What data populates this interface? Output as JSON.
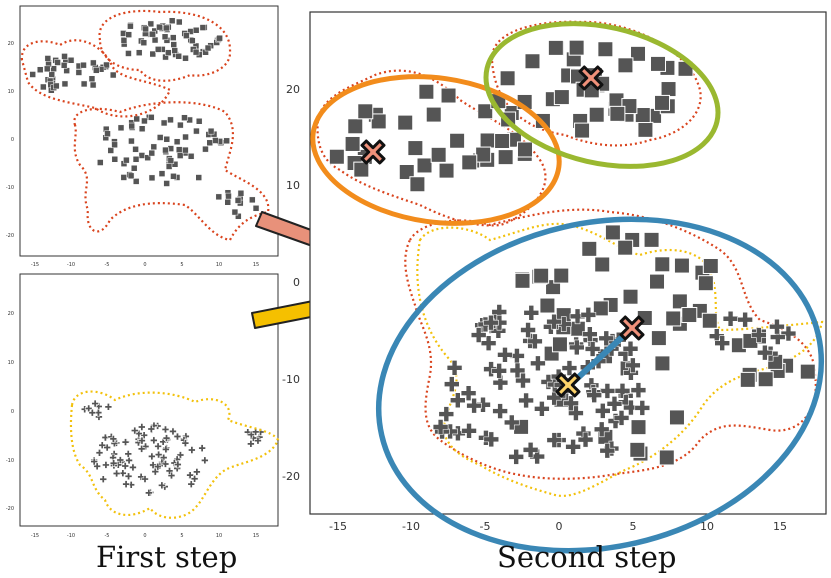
{
  "captions": {
    "first_step": "First step",
    "second_step": "Second step"
  },
  "colors": {
    "marker": "#555555",
    "red_dotted": "#d9441e",
    "yellow_dotted": "#f2c10d",
    "orange_cluster": "#f28c1c",
    "green_cluster": "#9ab830",
    "blue_cluster": "#3a87b5",
    "salmon_centroid": "#f0917a",
    "yellow_centroid": "#fdd36a",
    "arrow_salmon": "#e8917a",
    "arrow_yellow": "#f5c000"
  },
  "panels": {
    "top_left": {
      "x_ticks": [
        "-15",
        "-10",
        "-5",
        "0",
        "5",
        "10",
        "15"
      ],
      "y_ticks": [
        "20",
        "10",
        "0",
        "-10",
        "-20"
      ]
    },
    "bottom_left": {
      "x_ticks": [
        "-15",
        "-10",
        "-5",
        "0",
        "5",
        "10",
        "15"
      ],
      "y_ticks": [
        "20",
        "10",
        "0",
        "-10",
        "-20"
      ]
    },
    "main": {
      "x_ticks": [
        "-15",
        "-10",
        "-5",
        "0",
        "5",
        "10",
        "15"
      ],
      "y_ticks": [
        "20",
        "10",
        "0",
        "-10",
        "-20"
      ]
    }
  },
  "icons": {
    "arrows": [
      "arrow-right-icon",
      "arrow-right-icon"
    ],
    "centroids": [
      "x-mark-icon",
      "x-mark-icon",
      "x-mark-icon",
      "x-mark-icon"
    ]
  }
}
